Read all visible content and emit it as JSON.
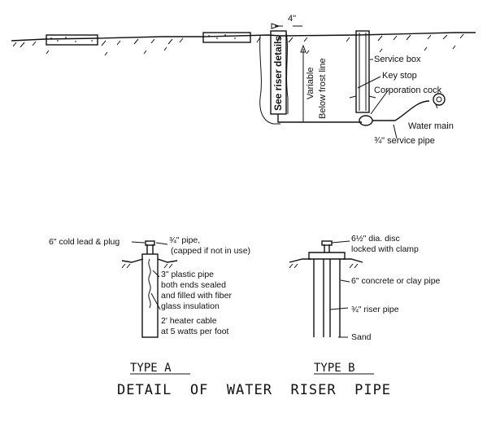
{
  "top": {
    "dim_label": "4\"",
    "riser_vertical": "See riser details",
    "variable_label": "Variable",
    "frost_label": "Below frost line",
    "service_box": "Service box",
    "key_stop": "Key stop",
    "corporation_cock": "Corporation cock",
    "water_main": "Water main",
    "service_pipe": "¾\" service pipe"
  },
  "type_a": {
    "lead_plug": "6\" cold lead & plug",
    "pipe_line1": "¾\" pipe,",
    "pipe_line2": "(capped if not in use)",
    "plastic_line1": "3\" plastic pipe",
    "plastic_line2": "both ends sealed",
    "plastic_line3": "and filled with fiber",
    "plastic_line4": "glass insulation",
    "heater_line1": "2' heater cable",
    "heater_line2": "at 5 watts per foot",
    "caption": "TYPE  A"
  },
  "type_b": {
    "disc_line1": "6½\" dia. disc",
    "disc_line2": "locked with clamp",
    "concrete_pipe": "6\" concrete or clay pipe",
    "riser_pipe": "¾\" riser pipe",
    "sand": "Sand",
    "caption": "TYPE  B"
  },
  "title": "DETAIL  OF  WATER  RISER  PIPE"
}
